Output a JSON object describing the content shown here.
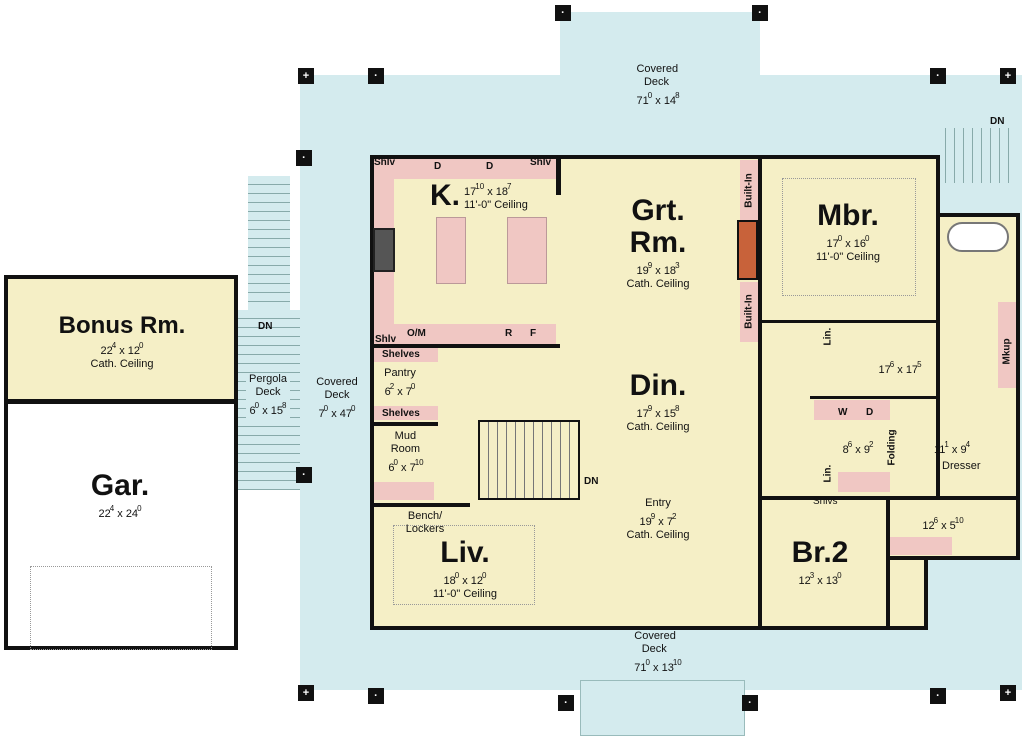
{
  "rooms": {
    "covered_deck_top": {
      "label": "Covered Deck",
      "w": "71",
      "wi": "0",
      "l": "14",
      "li": "8"
    },
    "covered_deck_left": {
      "label": "Covered Deck",
      "w": "7",
      "wi": "0",
      "l": "47",
      "li": "0"
    },
    "covered_deck_bottom": {
      "label": "Covered Deck",
      "w": "71",
      "wi": "0",
      "l": "13",
      "li": "10"
    },
    "pergola_deck": {
      "label": "Pergola Deck",
      "w": "6",
      "wi": "0",
      "l": "15",
      "li": "8"
    },
    "bonus": {
      "label": "Bonus Rm.",
      "w": "22",
      "wi": "4",
      "l": "12",
      "li": "0",
      "ceiling": "Cath. Ceiling"
    },
    "garage": {
      "label": "Gar.",
      "w": "22",
      "wi": "4",
      "l": "24",
      "li": "0"
    },
    "kitchen": {
      "label": "K.",
      "w": "17",
      "wi": "10",
      "l": "18",
      "li": "7",
      "ceiling": "11'-0\" Ceiling"
    },
    "great_room": {
      "label": "Grt. Rm.",
      "w": "19",
      "wi": "9",
      "l": "18",
      "li": "3",
      "ceiling": "Cath. Ceiling"
    },
    "dining": {
      "label": "Din.",
      "w": "17",
      "wi": "9",
      "l": "15",
      "li": "8",
      "ceiling": "Cath. Ceiling"
    },
    "entry": {
      "label": "Entry",
      "w": "19",
      "wi": "9",
      "l": "7",
      "li": "2",
      "ceiling": "Cath. Ceiling"
    },
    "living": {
      "label": "Liv.",
      "w": "18",
      "wi": "0",
      "l": "12",
      "li": "0",
      "ceiling": "11'-0\" Ceiling"
    },
    "master": {
      "label": "Mbr.",
      "w": "17",
      "wi": "0",
      "l": "16",
      "li": "0",
      "ceiling": "11'-0\" Ceiling"
    },
    "pantry": {
      "label": "Pantry",
      "w": "6",
      "wi": "2",
      "l": "7",
      "li": "0"
    },
    "mud_room": {
      "label": "Mud Room",
      "w": "6",
      "wi": "0",
      "l": "7",
      "li": "10"
    },
    "master_bath": {
      "w": "17",
      "wi": "6",
      "l": "17",
      "li": "5"
    },
    "laundry": {
      "w": "8",
      "wi": "6",
      "l": "9",
      "li": "2"
    },
    "master_closet": {
      "w": "11",
      "wi": "1",
      "l": "9",
      "li": "4"
    },
    "bath2": {
      "w": "12",
      "wi": "6",
      "l": "5",
      "li": "10"
    },
    "bedroom2": {
      "label": "Br.2",
      "w": "12",
      "wi": "3",
      "l": "13",
      "li": "0"
    }
  },
  "fixtures": {
    "shlv": "Shlv",
    "d": "D",
    "om": "O/M",
    "r": "R",
    "f": "F",
    "shelves": "Shelves",
    "built_in": "Built-In",
    "lin": "Lin.",
    "mkup": "Mkup",
    "w": "W",
    "folding": "Folding",
    "dresser": "Dresser",
    "shlvs": "Shlvs",
    "bench": "Bench/ Lockers",
    "dn": "DN",
    "x": "x",
    "post": "+",
    "post_dot": "·"
  },
  "colors": {
    "deck": "#d4ebee",
    "interior": "#f5efc6",
    "cabinet": "#f0c7c3",
    "wall": "#111111",
    "fireplace": "#c8623a"
  }
}
